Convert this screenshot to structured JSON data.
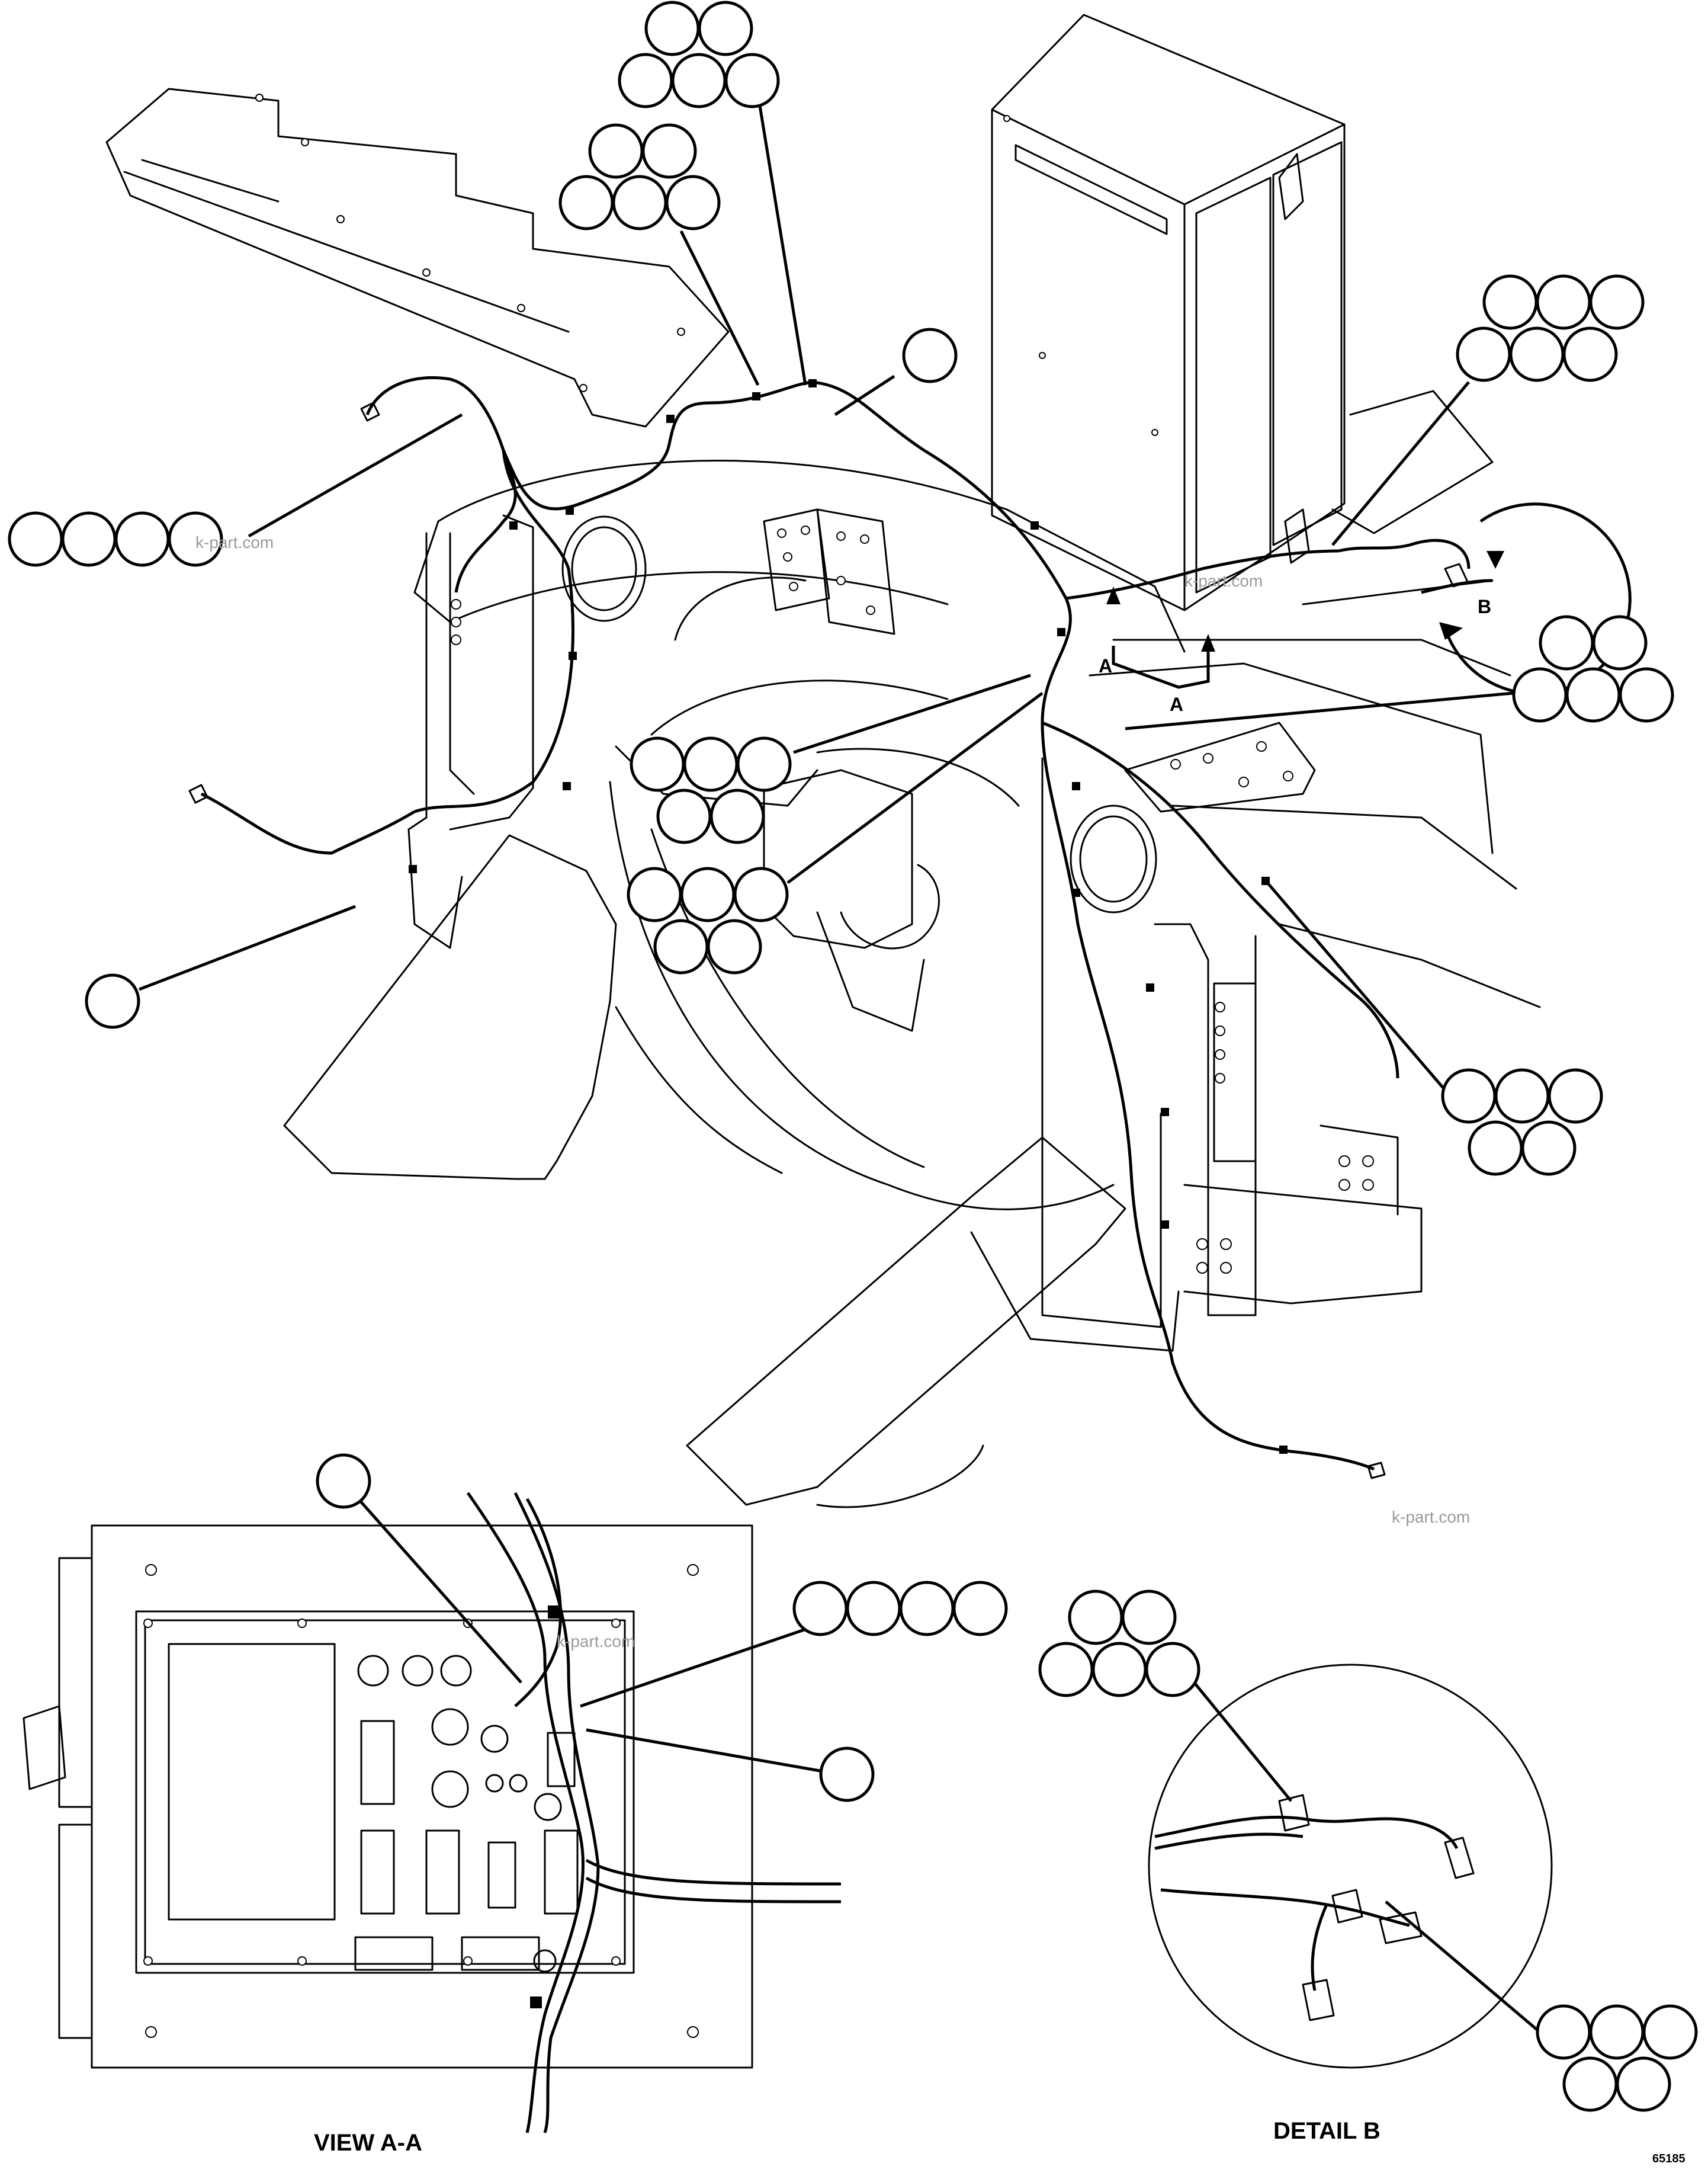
{
  "view_a_title": "VIEW A-A",
  "detail_b_title": "DETAIL B",
  "section_letter_a": "A",
  "detail_letter_b": "B",
  "drawing_number": "65185",
  "watermark": "k-part.com"
}
